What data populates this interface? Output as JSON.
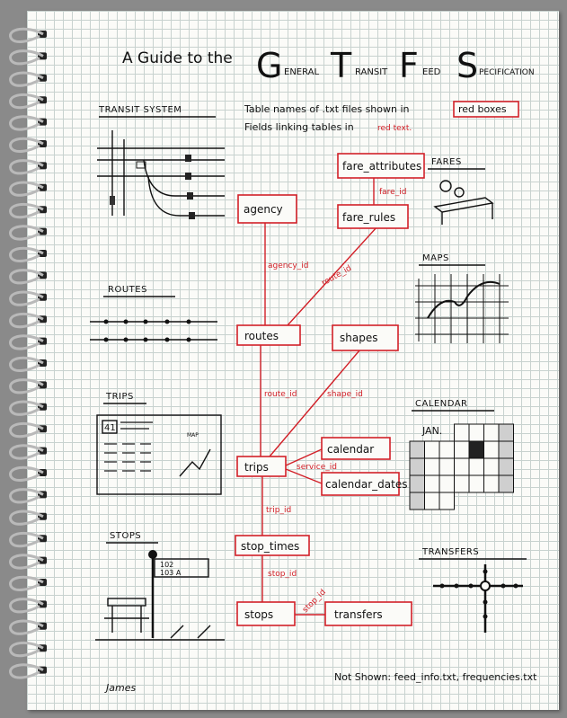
{
  "title": {
    "prefix": "A Guide to the",
    "g_big": "G",
    "g_rest": "ENERAL",
    "t_big": "T",
    "t_rest": "RANSIT",
    "f_big": "F",
    "f_rest": "EED",
    "s_big": "S",
    "s_rest": "PECIFICATION"
  },
  "intro": {
    "line1": "Table names of .txt files shown in",
    "red_boxes": "red boxes",
    "line2": "Fields linking tables in",
    "red_text": "red text."
  },
  "sections": {
    "transit_system": "TRANSIT SYSTEM",
    "routes": "ROUTES",
    "trips": "TRIPS",
    "stops": "STOPS",
    "fares": "FARES",
    "maps": "MAPS",
    "calendar": "CALENDAR",
    "transfers": "TRANSFERS"
  },
  "tables": {
    "fare_attributes": "fare_attributes",
    "fare_rules": "fare_rules",
    "agency": "agency",
    "routes": "routes",
    "shapes": "shapes",
    "trips": "trips",
    "calendar": "calendar",
    "calendar_dates": "calendar_dates",
    "stop_times": "stop_times",
    "stops": "stops",
    "transfers": "transfers"
  },
  "links": {
    "fare_id": "fare_id",
    "agency_id": "agency_id",
    "route_id_fare": "route_id",
    "route_id_trips": "route_id",
    "shape_id": "shape_id",
    "service_id": "service_id",
    "trip_id": "trip_id",
    "stop_id": "stop_id",
    "stop_id_transfers": "stop_id"
  },
  "sketches": {
    "trip_number": "41",
    "trip_map_label": "MAP",
    "calendar_month": "JAN.",
    "stop_sign_line1": "102",
    "stop_sign_line2": "103 A"
  },
  "footer": {
    "not_shown": "Not Shown: feed_info.txt, frequencies.txt",
    "signature": "James"
  },
  "colors": {
    "red": "#d22028",
    "ink": "#111111",
    "paper": "#fbfbf8",
    "grid": "#c8d2cf"
  }
}
